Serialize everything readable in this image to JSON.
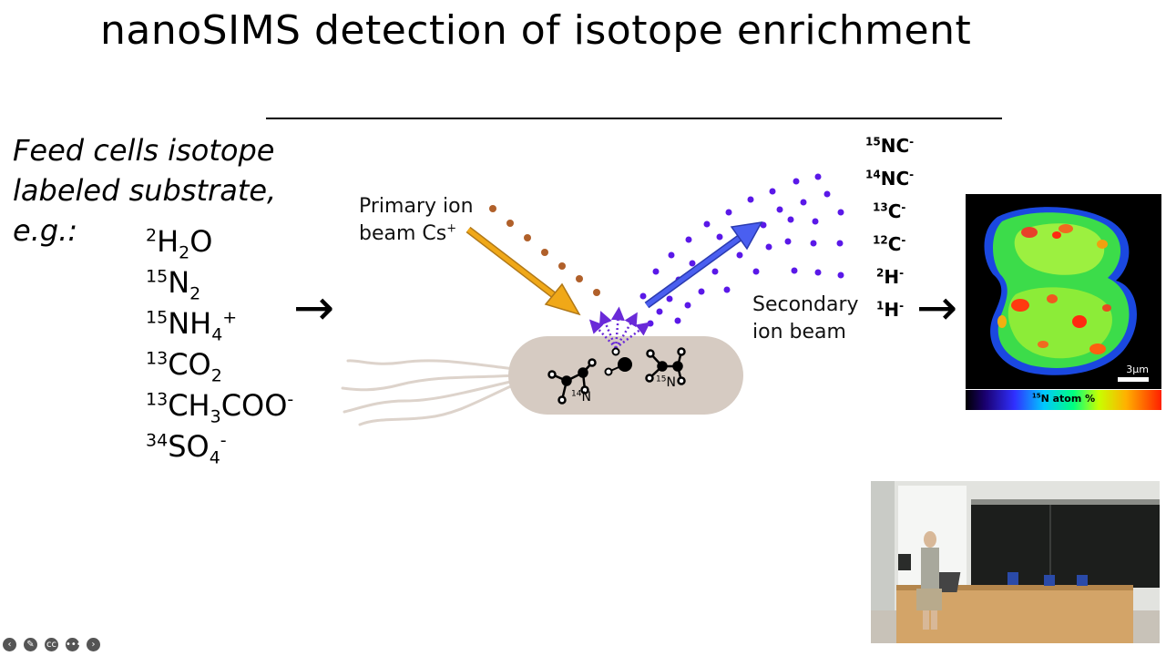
{
  "slide": {
    "title": "nanoSIMS detection of isotope enrichment",
    "feed_text": [
      "Feed cells isotope",
      "labeled substrate,",
      "e.g.:"
    ],
    "substrates": [
      [
        {
          "t": "sup",
          "v": "2"
        },
        {
          "t": "n",
          "v": "H"
        },
        {
          "t": "sub",
          "v": "2"
        },
        {
          "t": "n",
          "v": "O"
        }
      ],
      [
        {
          "t": "sup",
          "v": "15"
        },
        {
          "t": "n",
          "v": "N"
        },
        {
          "t": "sub",
          "v": "2"
        }
      ],
      [
        {
          "t": "sup",
          "v": "15"
        },
        {
          "t": "n",
          "v": "NH"
        },
        {
          "t": "sub",
          "v": "4"
        },
        {
          "t": "sup",
          "v": "+"
        }
      ],
      [
        {
          "t": "sup",
          "v": "13"
        },
        {
          "t": "n",
          "v": "CO"
        },
        {
          "t": "sub",
          "v": "2"
        }
      ],
      [
        {
          "t": "sup",
          "v": "13"
        },
        {
          "t": "n",
          "v": "CH"
        },
        {
          "t": "sub",
          "v": "3"
        },
        {
          "t": "n",
          "v": "COO"
        },
        {
          "t": "sup",
          "v": "-"
        }
      ],
      [
        {
          "t": "sup",
          "v": "34"
        },
        {
          "t": "n",
          "v": "SO"
        },
        {
          "t": "sub",
          "v": "4"
        },
        {
          "t": "sup",
          "v": "-"
        }
      ]
    ],
    "arrow_glyph": "→",
    "primary_beam": {
      "line1": "Primary ion",
      "line2_text": "beam Cs",
      "line2_charge": "+"
    },
    "secondary_beam": {
      "line1": "Secondary",
      "line2": "ion beam"
    },
    "atom_labels": {
      "n14_mass": "14",
      "n14_symbol": "N",
      "n15_mass": "15",
      "n15_symbol": "N"
    },
    "secondary_ions": [
      {
        "mass": "15",
        "symbol": "NC",
        "charge": "-"
      },
      {
        "mass": "14",
        "symbol": "NC",
        "charge": "-"
      },
      {
        "mass": "13",
        "symbol": "C",
        "charge": "-"
      },
      {
        "mass": "12",
        "symbol": "C",
        "charge": "-"
      },
      {
        "mass": "2",
        "symbol": "H",
        "charge": "-"
      },
      {
        "mass": "1",
        "symbol": "H",
        "charge": "-"
      }
    ],
    "nanosims_image": {
      "scale_label": "3µm",
      "colorbar_mass": "15",
      "colorbar_text": "N atom %"
    }
  },
  "player": {
    "controls": [
      {
        "name": "prev-icon",
        "glyph": "‹"
      },
      {
        "name": "pen-icon",
        "glyph": "✎"
      },
      {
        "name": "captions-icon",
        "glyph": "cc"
      },
      {
        "name": "more-icon",
        "glyph": "•••"
      },
      {
        "name": "next-icon",
        "glyph": "›"
      }
    ]
  },
  "colors": {
    "primary_arrow": "#f0a818",
    "primary_dots": "#b0602a",
    "secondary_arrow": "#4a5ff0",
    "secondary_dots": "#5a18e8",
    "bacterium_body": "#d6cbc2"
  }
}
